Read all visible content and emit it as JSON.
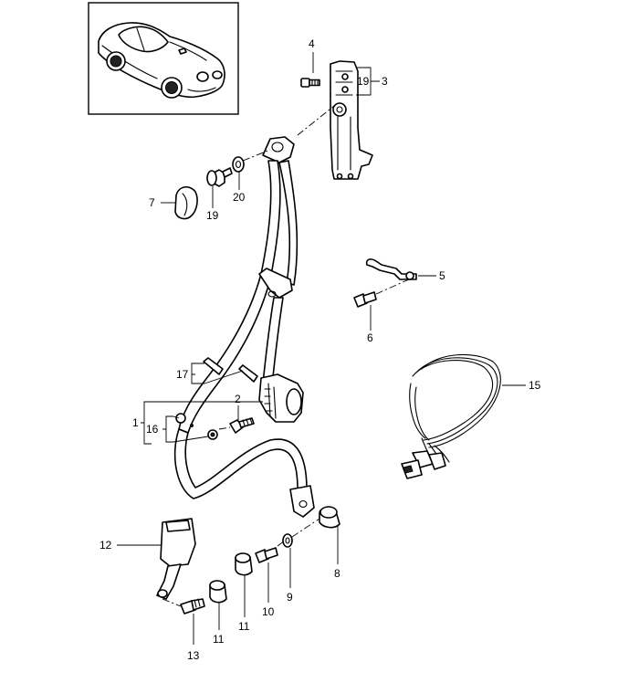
{
  "callouts": {
    "c1": "1",
    "c2": "2",
    "c3": "3",
    "c4": "4",
    "c5": "5",
    "c6": "6",
    "c7": "7",
    "c8": "8",
    "c9": "9",
    "c10": "10",
    "c11a": "11",
    "c11b": "11",
    "c12": "12",
    "c13": "13",
    "c15": "15",
    "c16": "16",
    "c17": "17",
    "c19a": "19",
    "c19b": "19",
    "c20": "20"
  },
  "colors": {
    "line": "#000000",
    "background": "#ffffff"
  }
}
